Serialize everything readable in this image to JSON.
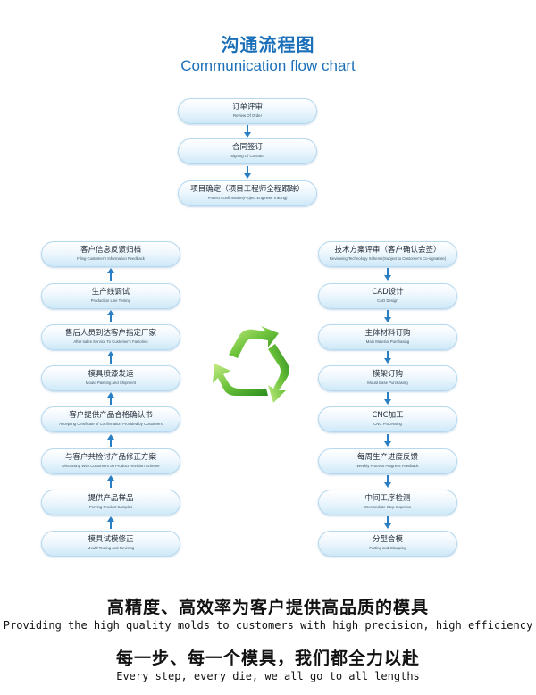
{
  "title": {
    "cn": "沟通流程图",
    "en": "Communication flow chart"
  },
  "colors": {
    "title": "#1a6fb8",
    "arrow": "#2a7fc4",
    "recycle_dark": "#2e9a23",
    "recycle_light": "#a7dd63"
  },
  "top_steps": [
    {
      "cn": "订单评审",
      "en": "Review Of Order"
    },
    {
      "cn": "合同签订",
      "en": "Signing Of Contract"
    },
    {
      "cn": "项目确定（项目工程师全程跟踪）",
      "en": "Project Confirmation(Project Engineer Tracing)"
    }
  ],
  "left_steps": [
    {
      "cn": "客户信息反馈归档",
      "en": "Filing Customer's Information  Feedback"
    },
    {
      "cn": "生产线调试",
      "en": "Production Line Testing"
    },
    {
      "cn": "售后人员到达客户指定厂家",
      "en": "After-sales Service To Customer's Factories"
    },
    {
      "cn": "模具喷漆发运",
      "en": "Mould Painting and Shipment"
    },
    {
      "cn": "客户提供产品合格确认书",
      "en": "Accepting Certificate of Confirmation Provided by Customers"
    },
    {
      "cn": "与客户共检讨产品修正方案",
      "en": "Discussing With Customers on Product Revision Scheme"
    },
    {
      "cn": "提供产品样品",
      "en": "Proving Product Samples"
    },
    {
      "cn": "模具试模修正",
      "en": "Mould Testing and Revising"
    }
  ],
  "right_steps": [
    {
      "cn": "技术方案评审（客户确认会签）",
      "en": "Reviewing Technology Scheme(Subject to Customer's Co-signature)"
    },
    {
      "cn": "CAD设计",
      "en": "CAD Design"
    },
    {
      "cn": "主体材料订购",
      "en": "Main Material Purchasing"
    },
    {
      "cn": "模架订购",
      "en": "Mould Base Purchasing"
    },
    {
      "cn": "CNC加工",
      "en": "CNC Processing"
    },
    {
      "cn": "每周生产进度反馈",
      "en": "Weekly Process Progress Feedback"
    },
    {
      "cn": "中间工序检测",
      "en": "Intermediate Step Inspetion"
    },
    {
      "cn": "分型合模",
      "en": "Parting and Clamping"
    }
  ],
  "recycle_icon": "recycle-arrows-icon",
  "arrow_icon": "down-arrow-icon",
  "footer": {
    "line1_cn": "高精度、高效率为客户提供高品质的模具",
    "line1_en": "Providing the high quality molds to customers with high precision, high efficiency",
    "line2_cn": "每一步、每一个模具，我们都全力以赴",
    "line2_en": "Every step, every die, we all go to all lengths"
  }
}
